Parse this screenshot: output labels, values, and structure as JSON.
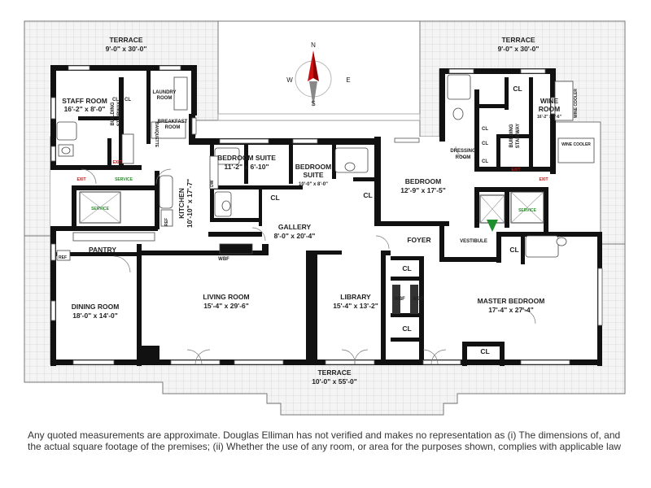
{
  "rooms": {
    "terrace_nw": {
      "name": "TERRACE",
      "dim": "9'-0\" x 30'-0\""
    },
    "terrace_ne": {
      "name": "TERRACE",
      "dim": "9'-0\" x 30'-0\""
    },
    "terrace_s": {
      "name": "TERRACE",
      "dim": "10'-0\" x 55'-0\""
    },
    "staff_room": {
      "name": "STAFF ROOM",
      "dim": "16'-2\" x 8'-0\""
    },
    "laundry": {
      "line1": "LAUNDRY",
      "line2": "ROOM"
    },
    "breakfast": {
      "line1": "BREAKFAST",
      "line2": "ROOM"
    },
    "banquette": "BANQUETTE",
    "bedroom_suite_1": {
      "name": "BEDROOM SUITE",
      "dim": "11'-2\" x 6'-10\""
    },
    "bedroom_suite_2": {
      "line1": "BEDROOM",
      "line2": "SUITE",
      "dim": "10'-0\" x 8'-0\""
    },
    "bedroom": {
      "name": "BEDROOM",
      "dim": "12'-9\" x 17'-5\""
    },
    "wine_room": {
      "line1": "WINE",
      "line2": "ROOM",
      "dim": "16'-2\" x 7'-6\""
    },
    "wine_cooler_v": "WINE COOLER",
    "wine_cooler_h": "WINE COOLER",
    "dressing_room": {
      "line1": "DRESSING",
      "line2": "ROOM"
    },
    "kitchen": {
      "name": "KITCHEN",
      "dim": "10'-10\" x 17'-7\""
    },
    "gallery": {
      "name": "GALLERY",
      "dim": "8'-0\" x 20'-4\""
    },
    "foyer": "FOYER",
    "vestibule": "VESTIBULE",
    "pantry": "PANTRY",
    "dining_room": {
      "name": "DINING ROOM",
      "dim": "18'-0\" x 14'-0\""
    },
    "living_room": {
      "name": "LIVING ROOM",
      "dim": "15'-4\" x 29'-6\""
    },
    "library": {
      "name": "LIBRARY",
      "dim": "15'-4\" x 13'-2\""
    },
    "master_bedroom": {
      "name": "MASTER BEDROOM",
      "dim": "17'-4\" x 27'-4\""
    }
  },
  "labels": {
    "building_stairway_l": {
      "line1": "BUILDING",
      "line2": "STAIRWAY"
    },
    "building_stairway_r": {
      "line1": "BUILDING",
      "line2": "STAIRWAY"
    },
    "service": "SERVICE",
    "exit": "EXIT",
    "closet": "CL",
    "wbf": "WBF",
    "ref": "REF",
    "dw": "DW"
  },
  "compass": {
    "n": "N",
    "s": "S",
    "e": "E",
    "w": "W"
  },
  "colors": {
    "wall": "#111111",
    "grid": "#cfcfcf",
    "service_text": "#2e8b2e",
    "exit_text": "#cc1111",
    "compass_needle": "#cc1111"
  },
  "disclaimer": "Any quoted measurements are approximate. Douglas Elliman has not verified and makes no representation as (i) The dimensions of, and the actual square footage of the premises; (ii) Whether the use of any room, or area for the purposes shown, complies with applicable law"
}
